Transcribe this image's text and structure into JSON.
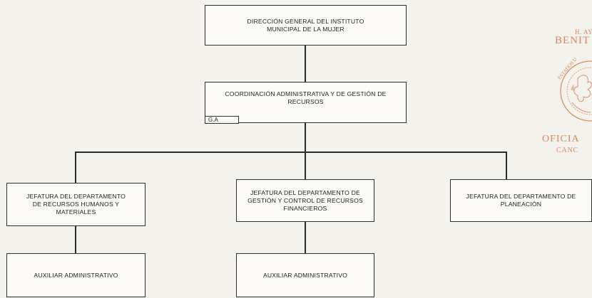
{
  "chart": {
    "root": {
      "label": "DIRECCIÓN GENERAL DEL INSTITUTO MUNICIPAL DE LA MUJER"
    },
    "coordination": {
      "label": "COORDINACIÓN ADMINISTRATIVA Y DE GESTIÓN DE RECURSOS",
      "tag": "G.A"
    },
    "departments": [
      {
        "label": "JEFATURA DEL DEPARTAMENTO DE RECURSOS HUMANOS Y MATERIALES"
      },
      {
        "label": "JEFATURA DEL DEPARTAMENTO DE GESTIÓN Y CONTROL DE RECURSOS FINANCIEROS"
      },
      {
        "label": "JEFATURA DEL DEPARTAMENTO DE PLANEACIÓN"
      }
    ],
    "assistants": [
      {
        "label": "AUXILIAR ADMINISTRATIVO"
      },
      {
        "label": "AUXILIAR ADMINISTRATIVO"
      }
    ]
  },
  "seal": {
    "line1": "H. AYU",
    "line2": "BENIT",
    "ring": "ESTADOS U",
    "line3": "OFICIA",
    "line4": "CANC",
    "color": "#d9865f"
  }
}
